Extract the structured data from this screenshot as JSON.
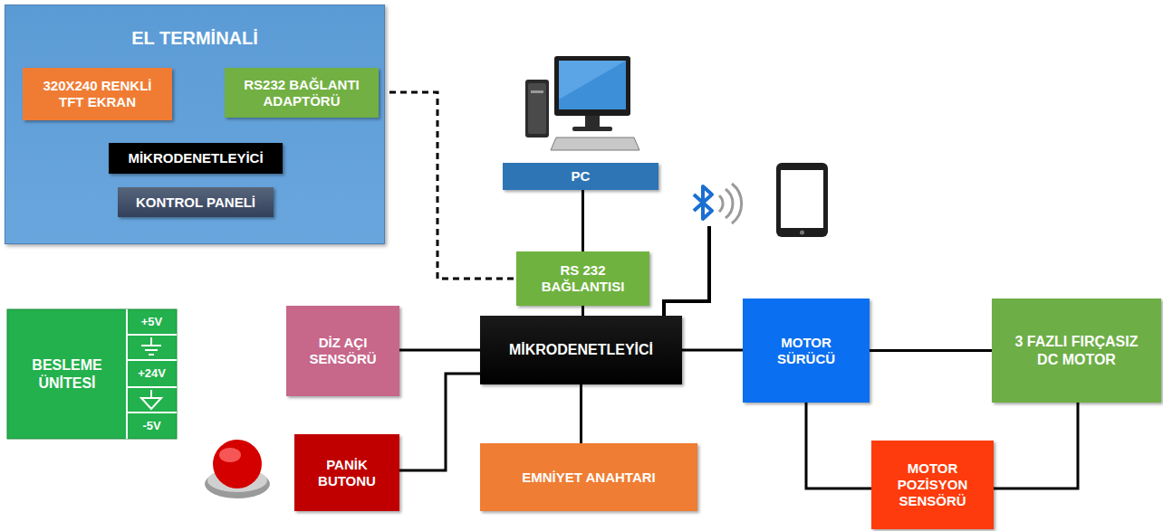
{
  "diagram": {
    "nodes": [
      {
        "text": [
          "EL TERMİNALİ"
        ]
      },
      {
        "text": [
          "320X240 RENKLİ TFT EKRAN"
        ],
        "in": 0
      },
      {
        "text": [
          "RS232 BAĞLANTI ADAPTÖRÜ"
        ],
        "in": 0
      },
      {
        "text": [
          "MİKRODENETLEYİCİ"
        ],
        "in": 0
      },
      {
        "text": [
          "KONTROL PANELİ"
        ],
        "in": 0
      },
      {
        "text": [
          "PC"
        ]
      },
      {
        "text": [
          "RS 232 BAĞLANTISI"
        ]
      },
      {
        "text": [
          "BESLEME ÜNİTESİ",
          "+5V",
          "+24V",
          "-5V"
        ]
      },
      {
        "text": [
          "DİZ AÇI SENSÖRÜ"
        ]
      },
      {
        "text": [
          "MİKRODENETLEYİCİ"
        ]
      },
      {
        "text": [
          "MOTOR SÜRÜCÜ"
        ]
      },
      {
        "text": [
          "3 FAZLI FIRÇASIZ DC MOTOR"
        ]
      },
      {
        "text": [
          "PANİK BUTONU"
        ]
      },
      {
        "text": [
          "EMNİYET ANAHTARI"
        ]
      },
      {
        "text": [
          "MOTOR POZİSYON SENSÖRÜ"
        ]
      }
    ],
    "edges": [
      {
        "from": 2,
        "to": 6,
        "arrow": "none"
      },
      {
        "from": 5,
        "to": 6,
        "arrow": "none"
      },
      {
        "from": 6,
        "to": 9,
        "arrow": "none"
      },
      {
        "from": 8,
        "to": 9,
        "arrow": "none"
      },
      {
        "from": 9,
        "to": 10,
        "arrow": "none"
      },
      {
        "from": 10,
        "to": 11,
        "arrow": "none"
      },
      {
        "from": 12,
        "to": 9,
        "arrow": "none"
      },
      {
        "from": 9,
        "to": 13,
        "arrow": "none"
      },
      {
        "from": 10,
        "to": 14,
        "arrow": "none"
      },
      {
        "from": 11,
        "to": 14,
        "arrow": "none"
      }
    ]
  }
}
